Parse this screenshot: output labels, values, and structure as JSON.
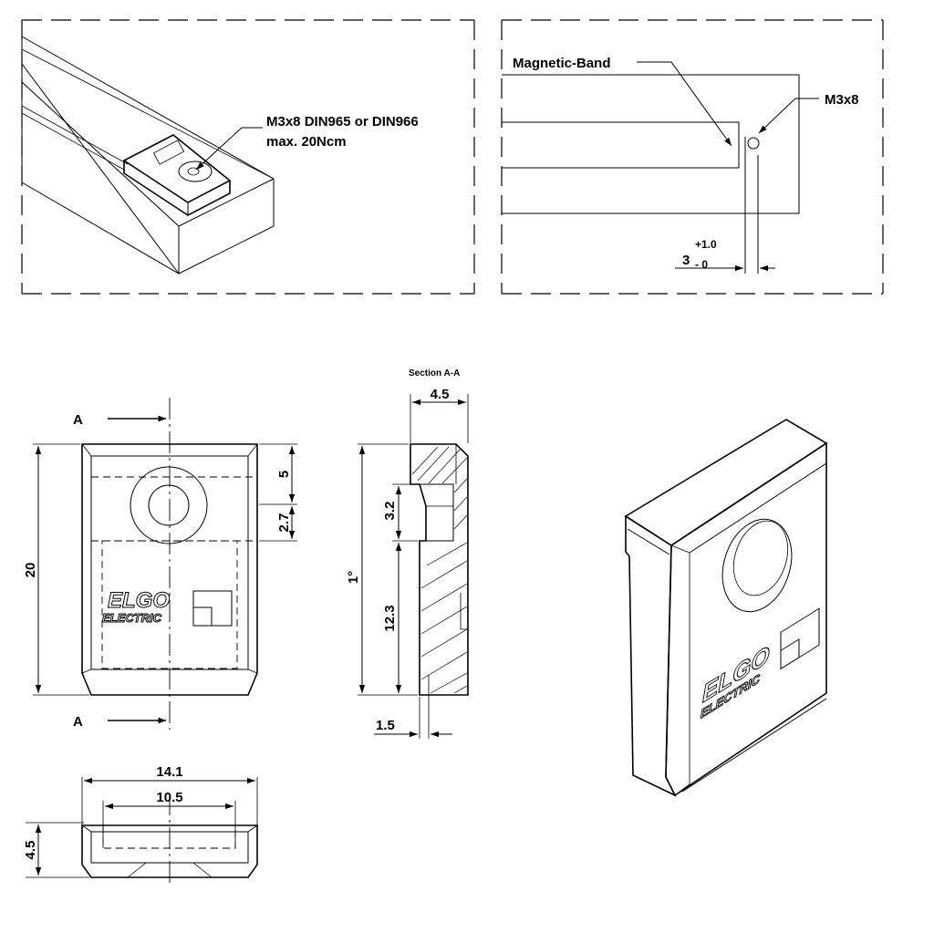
{
  "top_left": {
    "note_line1": "M3x8 DIN965 or DIN966",
    "note_line2": "max. 20Ncm"
  },
  "top_right": {
    "band_label": "Magnetic-Band",
    "screw_label": "M3x8",
    "tol_upper": "+1.0",
    "tol_nominal": "3",
    "tol_lower": "- 0"
  },
  "section_title": "Section A-A",
  "front_view": {
    "section_marker_top": "A",
    "section_marker_bottom": "A",
    "dim_height": "20",
    "dim_hole_top": "5",
    "dim_hole_offset": "2.7"
  },
  "section_view": {
    "dim_width": "4.5",
    "dim_counterbore": "3.2",
    "dim_angle": "1°",
    "dim_lower": "12.3",
    "dim_offset": "1.5"
  },
  "bottom_view": {
    "dim_outer_width": "14.1",
    "dim_inner_width": "10.5",
    "dim_depth": "4.5"
  },
  "logo": {
    "word1": "ELGO",
    "word2": "ELECTRIC"
  }
}
